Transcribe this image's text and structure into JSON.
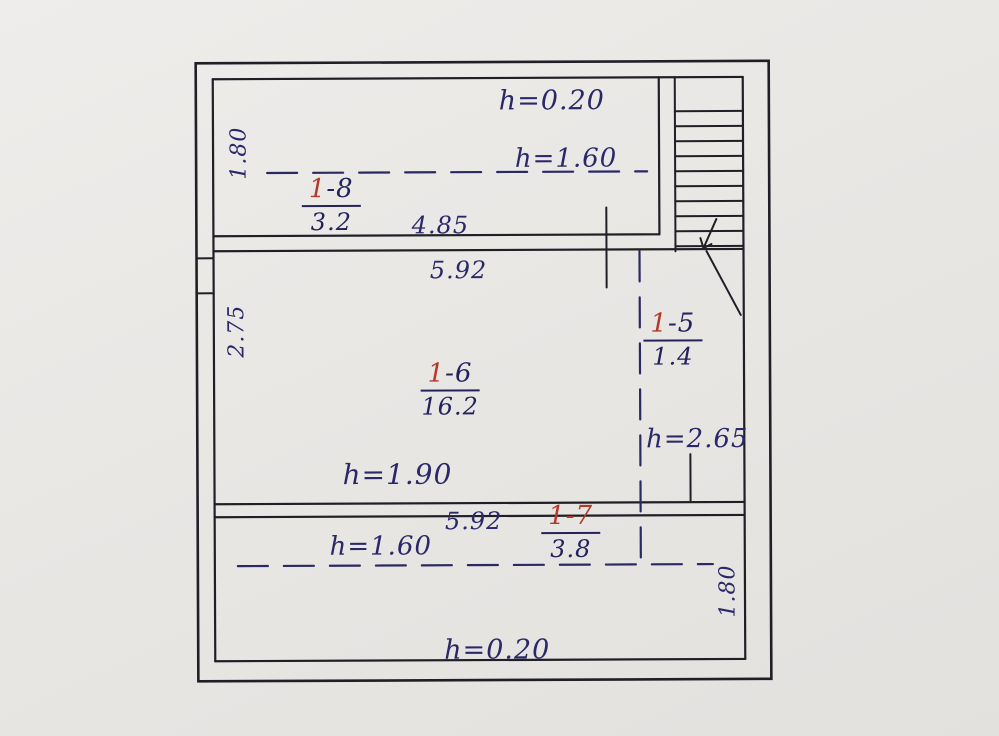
{
  "document": {
    "description": "Hand-drawn floor plan sketch with room numbers, areas and height marks"
  },
  "colors": {
    "paper": "#e9e7e4",
    "ink": "#2a2868",
    "red": "#b5392b",
    "wall": "#201f26"
  },
  "rooms": [
    {
      "number_red": "1",
      "number_rest": "-8",
      "area": "3.2"
    },
    {
      "number_red": "1",
      "number_rest": "-6",
      "area": "16.2"
    },
    {
      "number_red": "1",
      "number_rest": "-5",
      "area": "1.4"
    },
    {
      "number_red": "1-7",
      "number_rest": "",
      "area": "3.8"
    }
  ],
  "labels": {
    "h_top_wall": "h=0.20",
    "h_room_18": "h=1.60",
    "dim_180_left": "1.80",
    "dim_485_top": "4.85",
    "dim_592_top": "5.92",
    "dim_275_left": "2.75",
    "h_room_16": "h=1.90",
    "h_right": "h=2.65",
    "dim_592_bottom": "5.92",
    "h_room_17": "h=1.60",
    "dim_180_right": "1.80",
    "h_bottom_wall": "h=0.20"
  }
}
